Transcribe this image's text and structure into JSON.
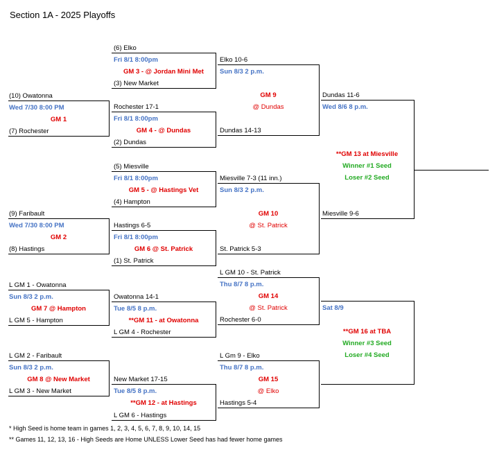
{
  "title": "Section 1A - 2025 Playoffs",
  "r1_top": {
    "team1": "(10) Owatonna",
    "when": "Wed 7/30 8:00 PM",
    "game": "GM 1",
    "team2": "(7) Rochester"
  },
  "r1_mid": {
    "team1": "(9) Faribault",
    "when": "Wed 7/30 8:00 PM",
    "game": "GM 2",
    "team2": "(8) Hastings"
  },
  "gm3": {
    "team1": "(6) Elko",
    "when": "Fri 8/1   8:00pm",
    "game": "GM 3 - @ Jordan Mini Met",
    "team2": "(3) New Market"
  },
  "gm4": {
    "team1": "Rochester 17-1",
    "when": "Fri 8/1   8:00pm",
    "game": "GM 4 - @ Dundas",
    "team2": "(2) Dundas"
  },
  "gm5": {
    "team1": "(5) Miesville",
    "when": "Fri 8/1   8:00pm",
    "game": "GM 5 - @ Hastings Vet",
    "team2": "(4) Hampton"
  },
  "gm6": {
    "team1": "Hastings 6-5",
    "when": "Fri 8/1   8:00pm",
    "game": "GM 6 @ St. Patrick",
    "team2": "(1) St. Patrick"
  },
  "gm9": {
    "team1": "Elko 10-6",
    "when": "Sun 8/3 2 p.m.",
    "game": "GM 9",
    "site": "@ Dundas",
    "team2": "Dundas 14-13"
  },
  "gm10": {
    "team1": "Miesville 7-3 (11 inn.)",
    "when": "Sun 8/3 2 p.m.",
    "game": "GM 10",
    "site": "@ St. Patrick",
    "team2": "St. Patrick 5-3"
  },
  "gm13": {
    "team1": "Dundas 11-6",
    "when": "Wed 8/6 8 p.m.",
    "game": "**GM 13 at Miesville",
    "note1": "Winner #1 Seed",
    "note2": "Loser #2 Seed",
    "team2": "Miesville 9-6"
  },
  "gm7": {
    "team1": "L GM 1 - Owatonna",
    "when": "Sun 8/3 2 p.m.",
    "game": "GM 7 @ Hampton",
    "team2": "L GM 5 - Hampton"
  },
  "gm8": {
    "team1": "L GM 2 - Faribault",
    "when": "Sun 8/3 2 p.m.",
    "game": "GM 8 @ New Market",
    "team2": "L GM 3 - New Market"
  },
  "gm11": {
    "team1": "Owatonna 14-1",
    "when": "Tue 8/5 8 p.m.",
    "game": "**GM 11 - at Owatonna",
    "team2": "L GM 4 - Rochester"
  },
  "gm12": {
    "team1": "New Market 17-15",
    "when": "Tue 8/5 8 p.m.",
    "game": "**GM 12 - at Hastings",
    "team2": "L GM 6 - Hastings"
  },
  "gm14": {
    "team1": "L GM 10 - St. Patrick",
    "when": "Thu 8/7 8 p.m.",
    "game": "GM 14",
    "site": "@ St. Patrick",
    "team2": "Rochester 6-0"
  },
  "gm15": {
    "team1": "L Gm 9 - Elko",
    "when": "Thu 8/7 8 p.m.",
    "game": "GM 15",
    "site": "@ Elko",
    "team2": "Hastings 5-4"
  },
  "gm16": {
    "when": "Sat 8/9",
    "game": "**GM 16 at TBA",
    "note1": "Winner #3 Seed",
    "note2": "Loser #4 Seed"
  },
  "footnotes": [
    "* High Seed is home team in games 1, 2, 3, 4, 5, 6, 7, 8, 9, 10, 14, 15",
    "** Games 11, 12, 13, 16 -  High Seeds are Home UNLESS Lower Seed has had fewer home games"
  ]
}
